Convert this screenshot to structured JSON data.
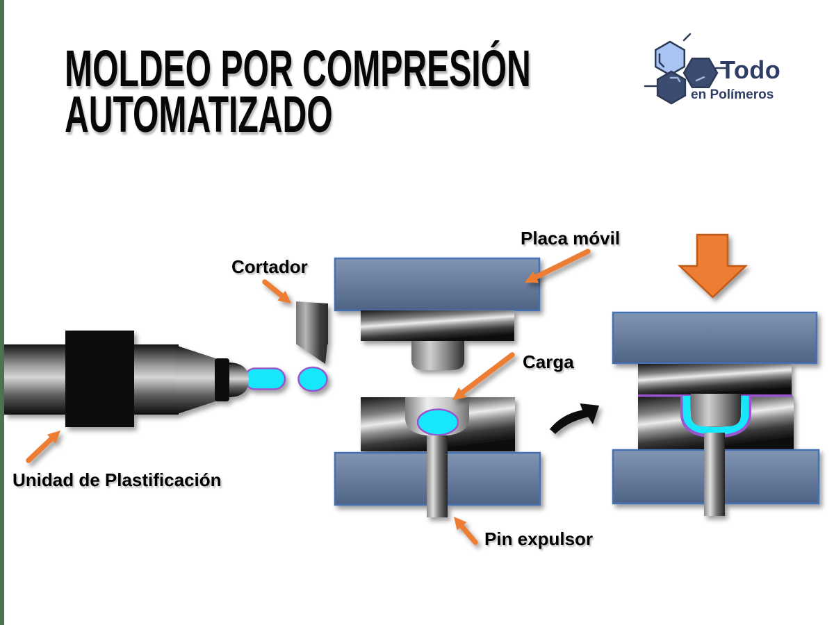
{
  "title": {
    "line1": "MOLDEO POR COMPRESIÓN",
    "line2": "AUTOMATIZADO"
  },
  "logo": {
    "brand": "Todo",
    "tagline": "en Polímeros"
  },
  "labels": {
    "cortador": "Cortador",
    "placa_movil": "Placa móvil",
    "carga": "Carga",
    "unidad_plastificacion": "Unidad de Plastificación",
    "pin_expulsor": "Pin expulsor"
  },
  "colors": {
    "c-orange": "#ED7D31",
    "c-orange-dark": "#C05A15",
    "c-cyan": "#16E7FB",
    "c-purple": "#9955CE",
    "c-plate-border": "#4470B4",
    "c-navy": "#2E3D66",
    "c-hex-light": "#A9C4F2",
    "c-hex-dark": "#3C4C70",
    "c-hex-stroke": "#2C3A58",
    "c-green": "#4B7451",
    "c-black": "#0B0B0B"
  }
}
